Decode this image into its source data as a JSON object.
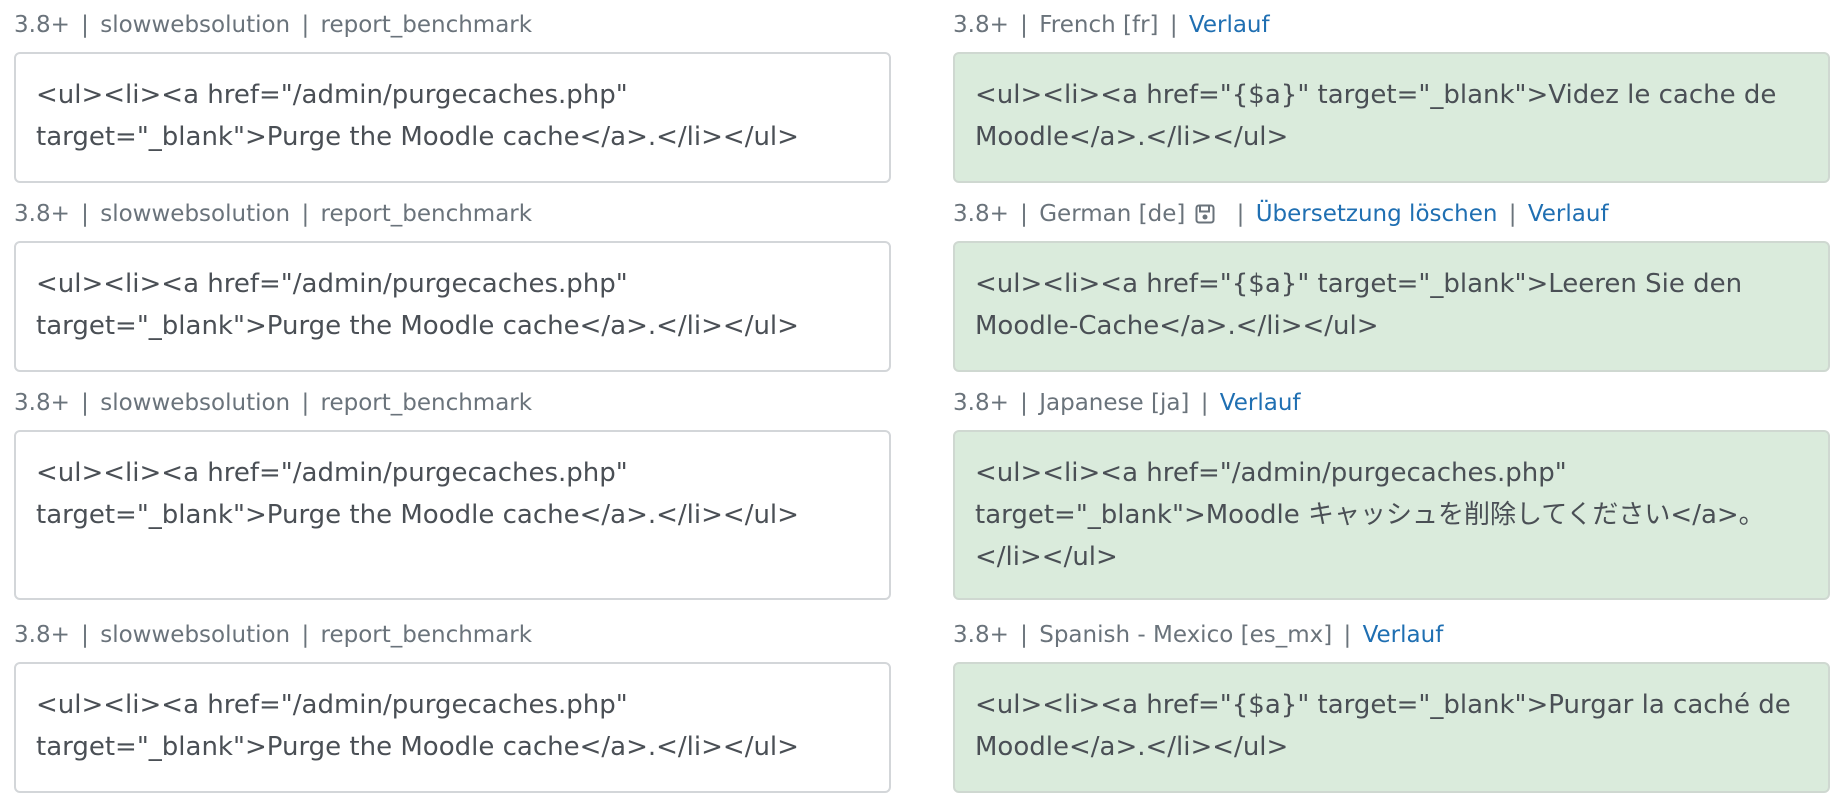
{
  "rows": [
    {
      "source": {
        "version": "3.8+",
        "author": "slowwebsolution",
        "component": "report_benchmark",
        "text": "<ul><li><a href=\"/admin/purgecaches.php\" target=\"_blank\">Purge the Moodle cache</a>.</li></ul>"
      },
      "translation": {
        "version": "3.8+",
        "language": "French [fr]",
        "history_link": "Verlauf",
        "text": "<ul><li><a href=\"{$a}\" target=\"_blank\">Videz le cache de Moodle</a>.</li></ul>"
      }
    },
    {
      "source": {
        "version": "3.8+",
        "author": "slowwebsolution",
        "component": "report_benchmark",
        "text": "<ul><li><a href=\"/admin/purgecaches.php\" target=\"_blank\">Purge the Moodle cache</a>.</li></ul>"
      },
      "translation": {
        "version": "3.8+",
        "language": "German [de]",
        "delete_link": "Übersetzung löschen",
        "history_link": "Verlauf",
        "text": "<ul><li><a href=\"{$a}\" target=\"_blank\">Leeren Sie den Moodle-Cache</a>.</li></ul>"
      }
    },
    {
      "source": {
        "version": "3.8+",
        "author": "slowwebsolution",
        "component": "report_benchmark",
        "text": "<ul><li><a href=\"/admin/purgecaches.php\" target=\"_blank\">Purge the Moodle cache</a>.</li></ul>"
      },
      "translation": {
        "version": "3.8+",
        "language": "Japanese [ja]",
        "history_link": "Verlauf",
        "text": "<ul><li><a href=\"/admin/purgecaches.php\" target=\"_blank\">Moodle キャッシュを削除してください</a>。</li></ul>"
      }
    },
    {
      "source": {
        "version": "3.8+",
        "author": "slowwebsolution",
        "component": "report_benchmark",
        "text": "<ul><li><a href=\"/admin/purgecaches.php\" target=\"_blank\">Purge the Moodle cache</a>.</li></ul>"
      },
      "translation": {
        "version": "3.8+",
        "language": "Spanish - Mexico [es_mx]",
        "history_link": "Verlauf",
        "text": "<ul><li><a href=\"{$a}\" target=\"_blank\">Purgar la caché de Moodle</a>.</li></ul>"
      }
    }
  ]
}
